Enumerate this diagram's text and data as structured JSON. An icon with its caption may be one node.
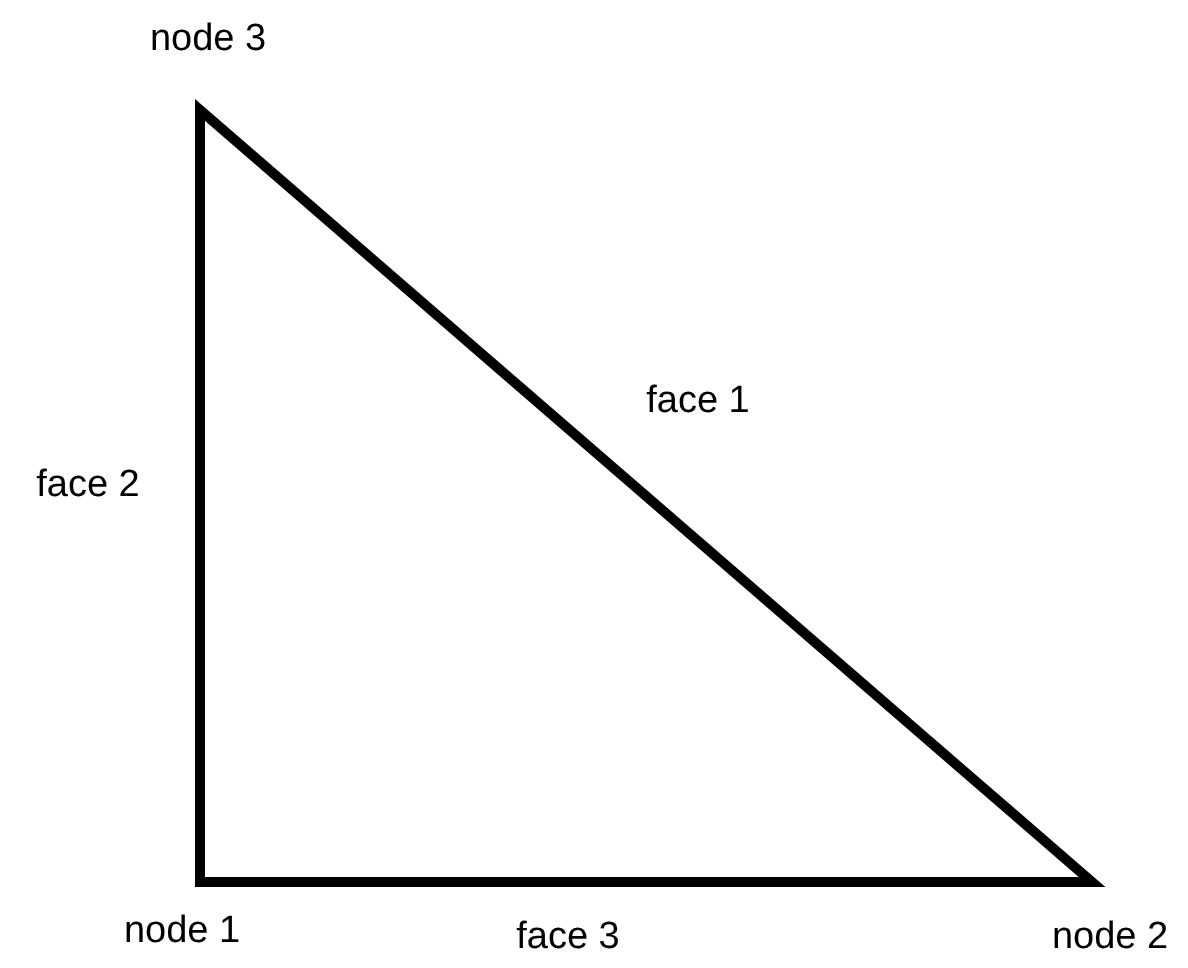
{
  "diagram": {
    "labels": [
      "node 3",
      "face 1",
      "face 2",
      "node 1",
      "face 3",
      "node 2"
    ]
  }
}
